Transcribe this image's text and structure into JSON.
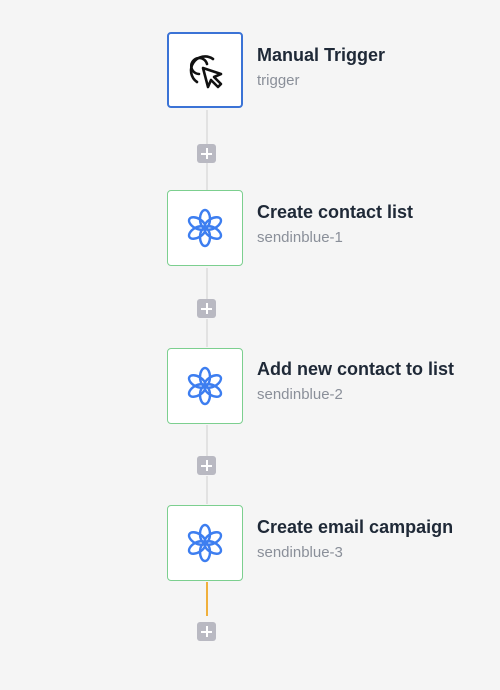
{
  "workflow": {
    "nodes": [
      {
        "title": "Manual Trigger",
        "subtitle": "trigger",
        "icon": "cursor-click-icon",
        "kind": "trigger",
        "border_color": "#3b73d6"
      },
      {
        "title": "Create contact list",
        "subtitle": "sendinblue-1",
        "icon": "sendinblue-icon",
        "kind": "action",
        "border_color": "#7ccf8f"
      },
      {
        "title": "Add new contact to list",
        "subtitle": "sendinblue-2",
        "icon": "sendinblue-icon",
        "kind": "action",
        "border_color": "#7ccf8f"
      },
      {
        "title": "Create email campaign",
        "subtitle": "sendinblue-3",
        "icon": "sendinblue-icon",
        "kind": "action",
        "border_color": "#7ccf8f"
      }
    ],
    "colors": {
      "connector": "#e2e2e2",
      "active_connector": "#f0b03c",
      "add_button": "#b9b9c2",
      "sendinblue_icon": "#3d7ef0"
    }
  }
}
